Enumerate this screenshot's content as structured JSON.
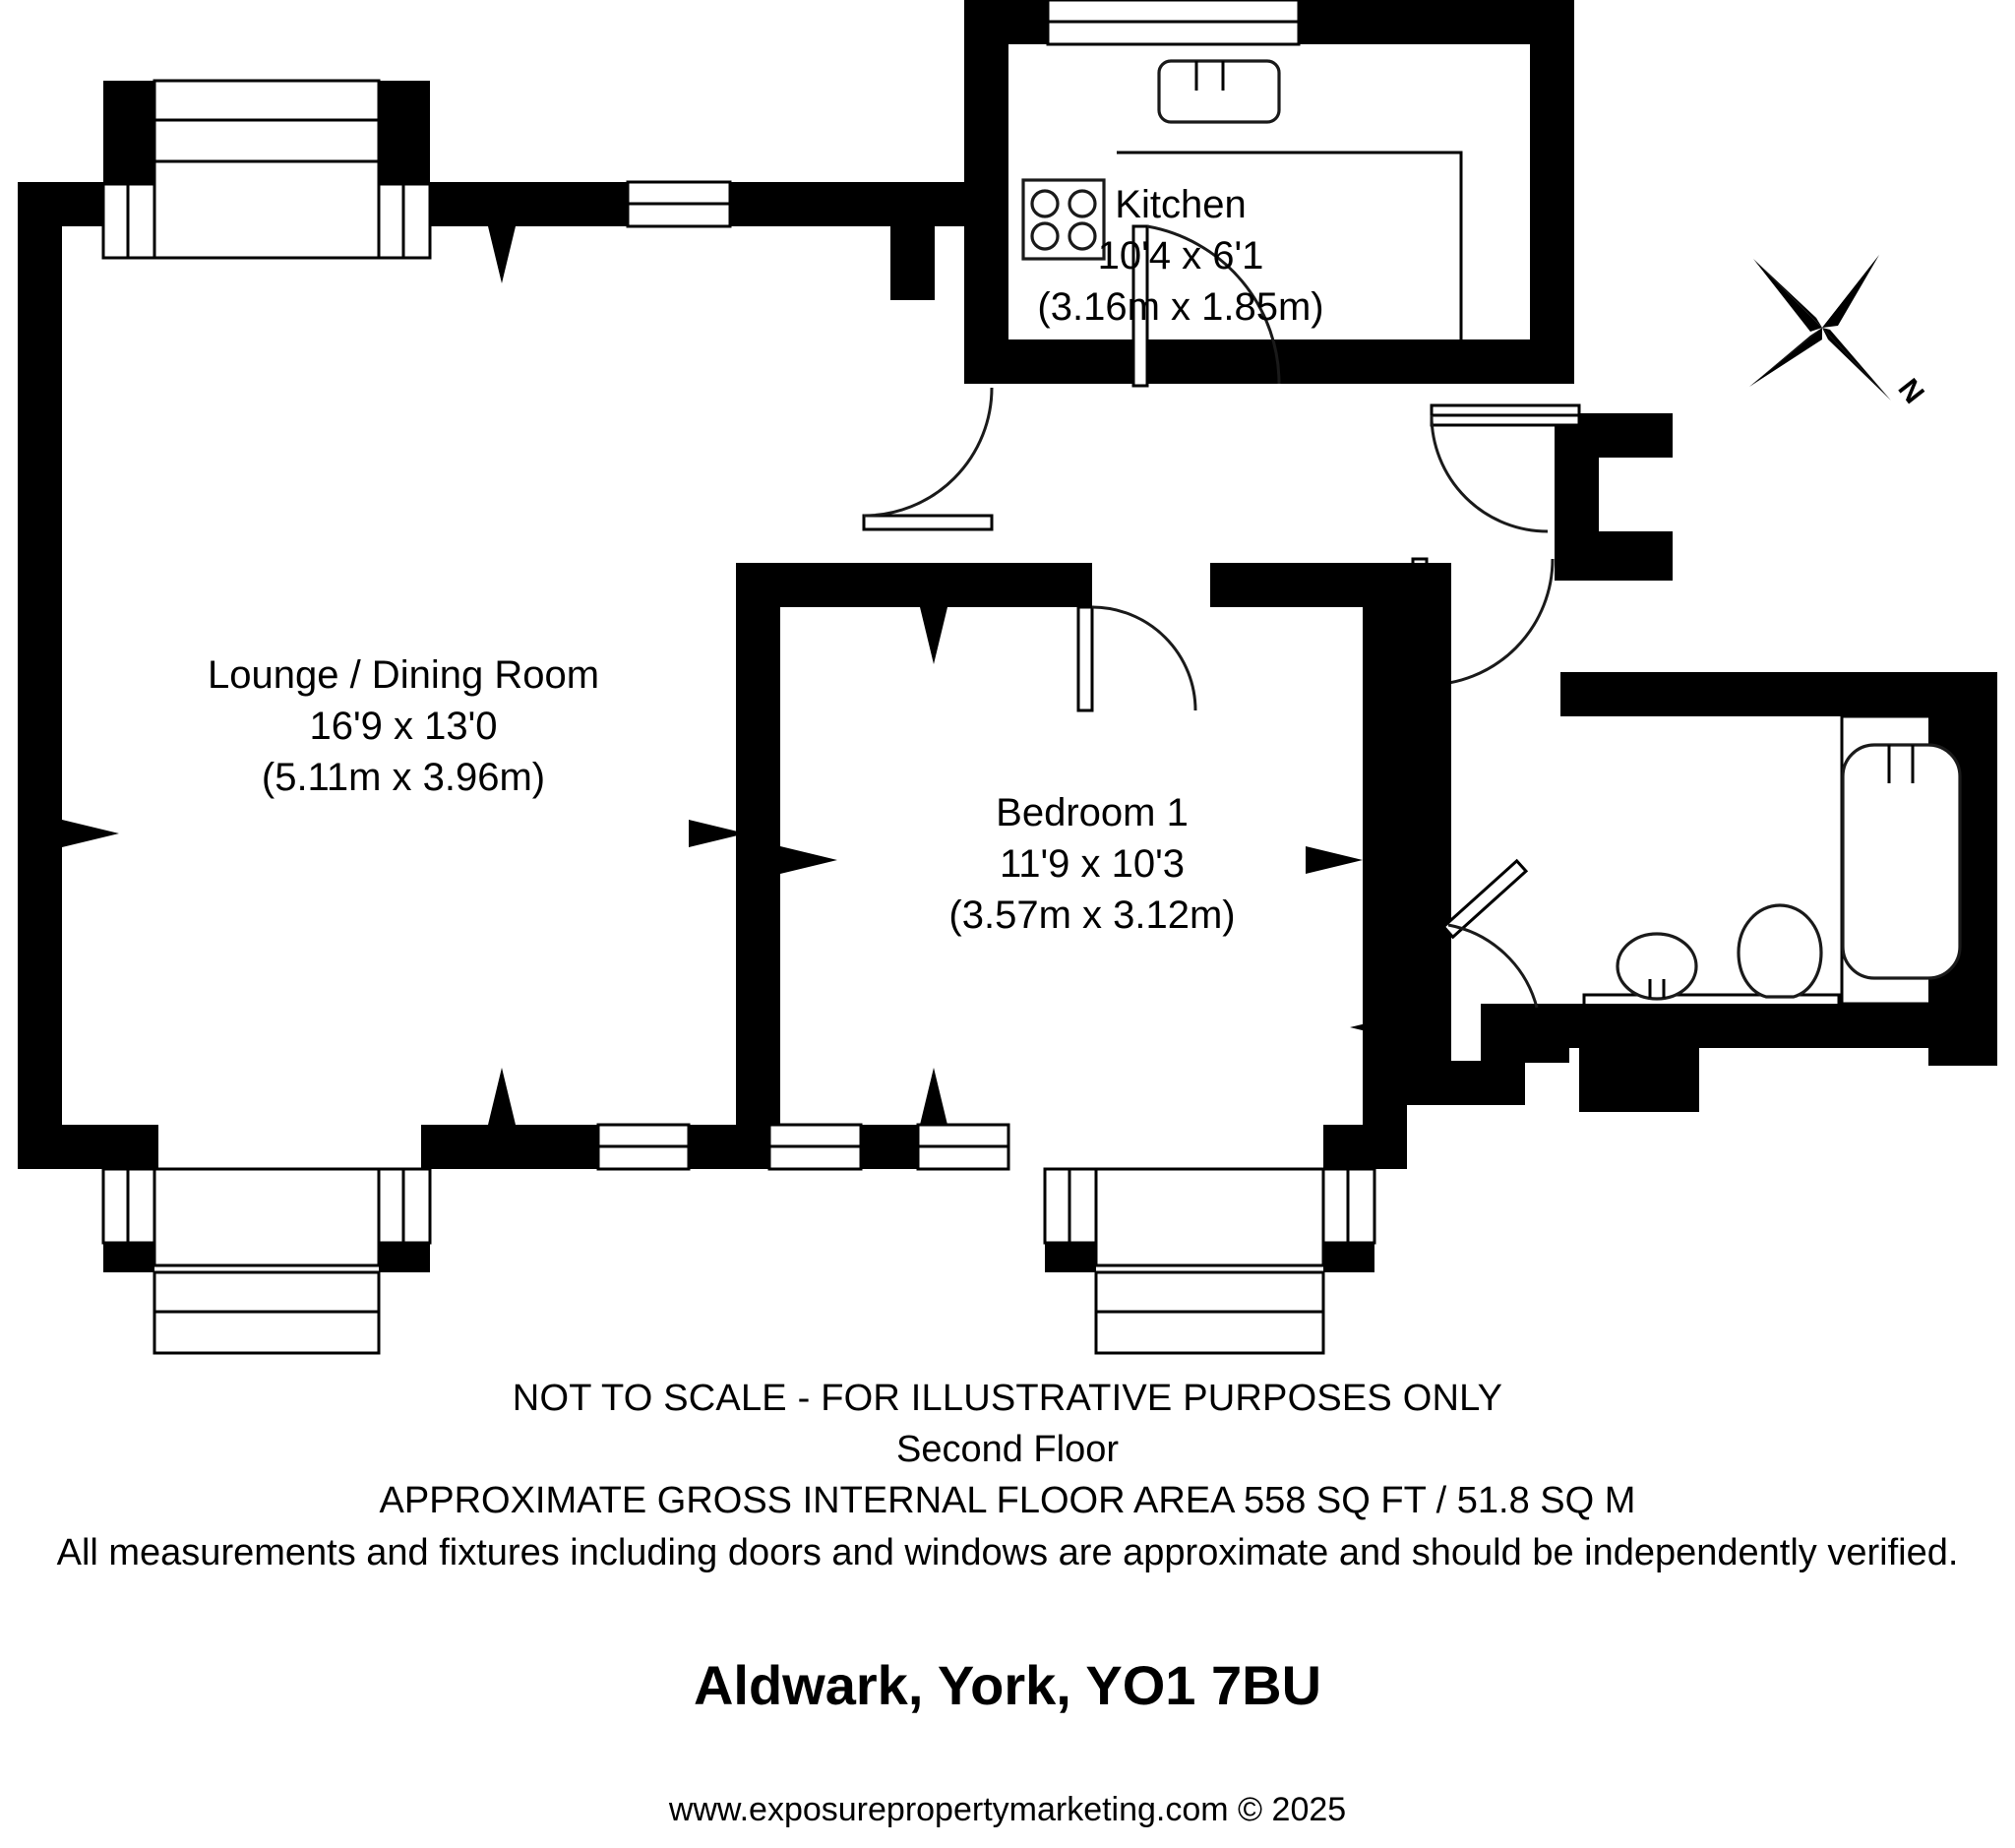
{
  "plan": {
    "rooms": [
      {
        "key": "lounge",
        "name": "Lounge / Dining Room",
        "dim_imperial": "16'9 x 13'0",
        "dim_metric": "(5.11m x 3.96m)"
      },
      {
        "key": "kitchen",
        "name": "Kitchen",
        "dim_imperial": "10'4 x 6'1",
        "dim_metric": "(3.16m x 1.85m)"
      },
      {
        "key": "bedroom1",
        "name": "Bedroom 1",
        "dim_imperial": "11'9 x 10'3",
        "dim_metric": "(3.57m x 3.12m)"
      }
    ],
    "fixtures": [
      {
        "name": "hob",
        "label": "4-ring hob"
      },
      {
        "name": "sink",
        "label": "kitchen sink"
      },
      {
        "name": "worktop",
        "label": "kitchen worktop"
      },
      {
        "name": "bath",
        "label": "bath tub"
      },
      {
        "name": "wash-basin",
        "label": "wash basin"
      },
      {
        "name": "toilet",
        "label": "wc"
      }
    ],
    "compass": {
      "north_label": "N"
    },
    "colors": {
      "wall": "#000000",
      "background": "#ffffff",
      "line": "#1a1a1a"
    }
  },
  "footer": {
    "notice_line1": "NOT TO SCALE - FOR ILLUSTRATIVE PURPOSES ONLY",
    "notice_line2": "Second Floor",
    "notice_line3": "APPROXIMATE GROSS INTERNAL FLOOR AREA 558 SQ FT / 51.8 SQ M",
    "notice_line4": "All measurements and fixtures including doors and windows are approximate and should be independently verified.",
    "address": "Aldwark, York, YO1 7BU",
    "copyright": "www.exposurepropertymarketing.com © 2025"
  }
}
